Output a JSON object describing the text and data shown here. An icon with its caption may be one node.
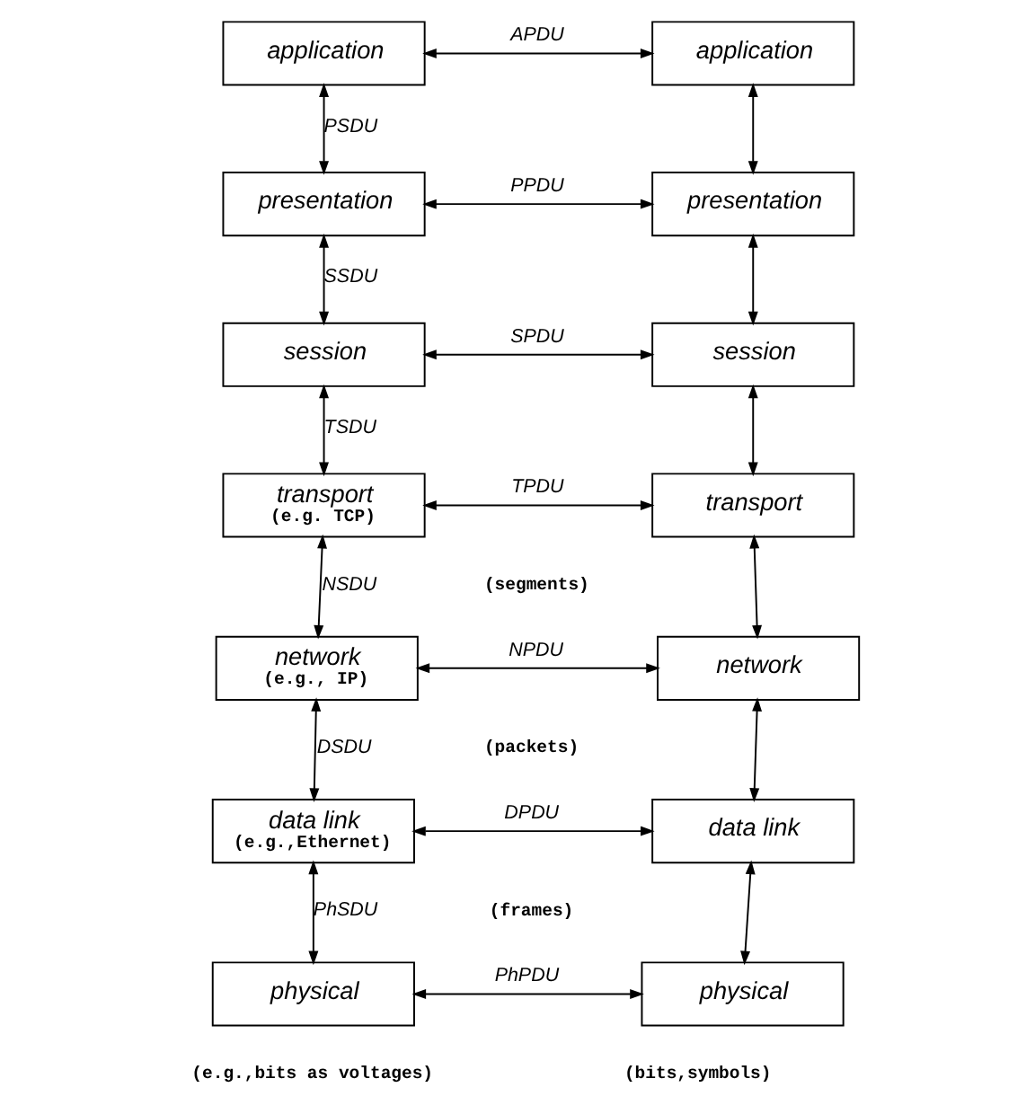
{
  "diagram": {
    "nodes": [
      {
        "text": [
          "application"
        ]
      },
      {
        "text": [
          "presentation"
        ]
      },
      {
        "text": [
          "session"
        ]
      },
      {
        "text": [
          "transport",
          "(e.g. TCP)"
        ]
      },
      {
        "text": [
          "network",
          "(e.g., IP)"
        ]
      },
      {
        "text": [
          "data link",
          "(e.g.,Ethernet)"
        ]
      },
      {
        "text": [
          "physical"
        ]
      },
      {
        "text": [
          "application"
        ]
      },
      {
        "text": [
          "presentation"
        ]
      },
      {
        "text": [
          "session"
        ]
      },
      {
        "text": [
          "transport"
        ]
      },
      {
        "text": [
          "network"
        ]
      },
      {
        "text": [
          "data link"
        ]
      },
      {
        "text": [
          "physical"
        ]
      }
    ],
    "edges": [
      {
        "from": 0,
        "to": 7,
        "arrow": "both",
        "label": "APDU"
      },
      {
        "from": 1,
        "to": 8,
        "arrow": "both",
        "label": "PPDU"
      },
      {
        "from": 2,
        "to": 9,
        "arrow": "both",
        "label": "SPDU"
      },
      {
        "from": 3,
        "to": 10,
        "arrow": "both",
        "label": "TPDU"
      },
      {
        "from": 4,
        "to": 11,
        "arrow": "both",
        "label": "NPDU"
      },
      {
        "from": 5,
        "to": 12,
        "arrow": "both",
        "label": "DPDU"
      },
      {
        "from": 6,
        "to": 13,
        "arrow": "both",
        "label": "PhPDU"
      },
      {
        "from": 0,
        "to": 1,
        "arrow": "both",
        "label": "PSDU"
      },
      {
        "from": 1,
        "to": 2,
        "arrow": "both",
        "label": "SSDU"
      },
      {
        "from": 2,
        "to": 3,
        "arrow": "both",
        "label": "TSDU"
      },
      {
        "from": 3,
        "to": 4,
        "arrow": "both",
        "label": "NSDU"
      },
      {
        "from": 4,
        "to": 5,
        "arrow": "both",
        "label": "DSDU"
      },
      {
        "from": 5,
        "to": 6,
        "arrow": "both",
        "label": "PhSDU"
      },
      {
        "from": 7,
        "to": 8,
        "arrow": "both"
      },
      {
        "from": 8,
        "to": 9,
        "arrow": "both"
      },
      {
        "from": 9,
        "to": 10,
        "arrow": "both"
      },
      {
        "from": 10,
        "to": 11,
        "arrow": "both"
      },
      {
        "from": 11,
        "to": 12,
        "arrow": "both"
      },
      {
        "from": 12,
        "to": 13,
        "arrow": "both"
      }
    ],
    "labels": [
      "(segments)",
      "(packets)",
      "(frames)",
      "(bits,symbols)",
      "(e.g.,bits as voltages)"
    ]
  }
}
